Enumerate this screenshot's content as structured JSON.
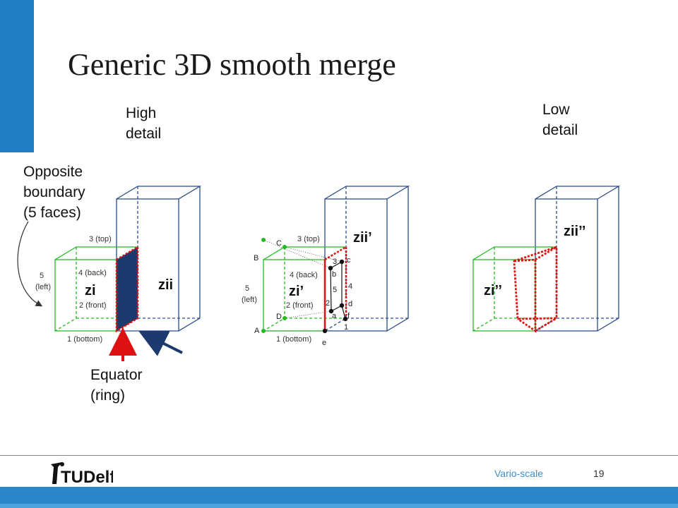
{
  "title": "Generic 3D smooth merge",
  "labels": {
    "high_detail": [
      "High",
      "detail"
    ],
    "low_detail": [
      "Low",
      "detail"
    ],
    "opposite": [
      "Opposite",
      "boundary",
      "(5 faces)"
    ],
    "equator": [
      "Equator",
      "(ring)"
    ]
  },
  "diagram1": {
    "top": "3 (top)",
    "back": "4 (back)",
    "front": "2 (front)",
    "bottom": "1 (bottom)",
    "left1": "5",
    "left2": "(left)",
    "zi": "zi",
    "zii": "zii"
  },
  "diagram2": {
    "top": "3 (top)",
    "back": "4 (back)",
    "front": "2 (front)",
    "bottom": "1 (bottom)",
    "left1": "5",
    "left2": "(left)",
    "zi": "zi’",
    "zii": "zii’",
    "points": {
      "A": "A",
      "B": "B",
      "C": "C",
      "D": "D",
      "a": "a",
      "b": "b",
      "c": "c",
      "d": "d",
      "e": "e",
      "f": "f"
    },
    "edges": {
      "n1": "1",
      "n2": "2",
      "n3": "3",
      "n4": "4",
      "n5": "5"
    }
  },
  "diagram3": {
    "zi": "zi’’",
    "zii": "zii’’"
  },
  "footer": {
    "logo": "TUDelft",
    "section": "Vario-scale",
    "page": "19"
  },
  "colors": {
    "accent": "#1f7fc4",
    "green": "#22bb22",
    "red": "#dd1111",
    "navy": "#1c3a6e"
  }
}
